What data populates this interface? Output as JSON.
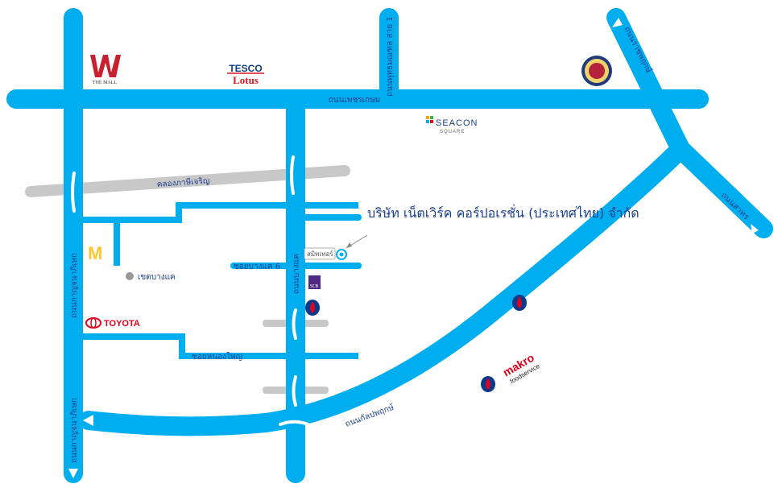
{
  "map": {
    "company_name": "บริษัท เน็ตเวิร์ค คอร์ปอเรชั่น (ประเทศไทย) จำกัด",
    "location_tag": "สมิทเทอร์",
    "roads": {
      "phetkasem": "ถนนเพชรเกษม",
      "kanlapaphruek": "ถนนกัลปพฤกษ์",
      "kanchanaphisek_upper": "ถนนกาญจนาภิเษก",
      "kanchanaphisek_lower": "ถนนกาญจนาภิเษก",
      "bang_khae": "ถนนบางแค",
      "ratchaphruek": "ถนนราชพฤกษ์",
      "sathorn": "ถนนสาทร",
      "soi_bang_khae_6": "ซอยบางแค 6",
      "soi_nong_yai": "ซอยหนองใหญ่",
      "phutthamonthon_sai_1": "ถนนพุทธมณฑล สาย 1",
      "khlong_phasi_charoen": "คลองภาษีเจริญ",
      "bang_khae_district": "เขตบางแค"
    },
    "landmarks": {
      "the_mall": "THE MALL",
      "tesco_top": "TESCO",
      "tesco_bottom": "Lotus",
      "seacon_top": "SEACON",
      "seacon_bottom": "SQUARE",
      "toyota": "TOYOTA",
      "makro": "makro",
      "makro_sub": "foodservice",
      "scb": "SCB"
    },
    "colors": {
      "road": "#00aeef",
      "canal": "#c8c8c8",
      "label": "#1a3f8f",
      "company": "#1a3f8f",
      "tesco_red": "#d71920",
      "tesco_blue": "#0c3f85",
      "toyota_red": "#e0001b",
      "makro_red": "#e2001a",
      "ptt_blue": "#0a3a8c",
      "mcd_yellow": "#ffc72c",
      "scb_purple": "#4e2a84"
    }
  }
}
